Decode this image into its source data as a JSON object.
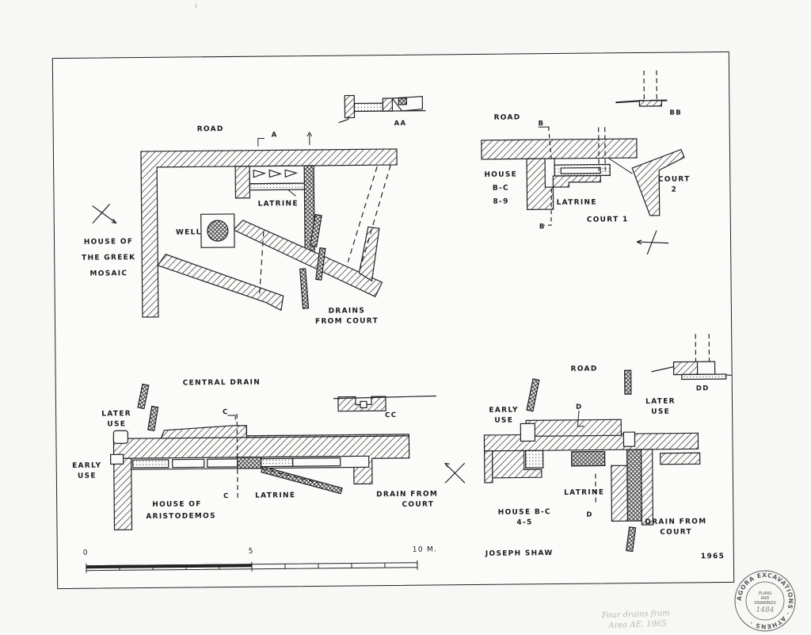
{
  "top_mark": "≀",
  "plan1": {
    "road": "ROAD",
    "section_a": "A",
    "latrine": "LATRINE",
    "well": "WELL",
    "house_l1": "HOUSE OF",
    "house_l2": "THE GREEK",
    "house_l3": "MOSAIC",
    "drains_l1": "DRAINS",
    "drains_l2": "FROM COURT",
    "section_aa": "AA"
  },
  "plan2": {
    "road": "ROAD",
    "section_b_top": "B",
    "section_b_bottom": "B",
    "house_l1": "HOUSE",
    "house_l2": "B-C",
    "house_l3": "8-9",
    "latrine": "LATRINE",
    "court1": "COURT 1",
    "court2_l1": "COURT",
    "court2_l2": "2",
    "section_bb": "BB"
  },
  "plan3": {
    "central_drain": "CENTRAL DRAIN",
    "later_use_l1": "LATER",
    "later_use_l2": "USE",
    "early_use_l1": "EARLY",
    "early_use_l2": "USE",
    "section_c_top": "C",
    "section_c_bottom": "C",
    "house_l1": "HOUSE OF",
    "house_l2": "ARISTODEMOS",
    "latrine": "LATRINE",
    "drain_l1": "DRAIN FROM",
    "drain_l2": "COURT",
    "section_cc": "CC"
  },
  "plan4": {
    "road": "ROAD",
    "early_use_l1": "EARLY",
    "early_use_l2": "USE",
    "later_use_l1": "LATER",
    "later_use_l2": "USE",
    "section_d_top": "D",
    "section_d_bottom": "D",
    "latrine": "LATRINE",
    "house_l1": "HOUSE B-C",
    "house_l2": "4-5",
    "drain_l1": "DRAIN FROM",
    "drain_l2": "COURT",
    "section_dd": "DD"
  },
  "scale": {
    "start": "0",
    "mid": "5",
    "end": "10 M."
  },
  "author": "JOSEPH SHAW",
  "year": "1965",
  "stamp": {
    "ring_text": "AGORA EXCAVATIONS · ATHENS ·",
    "inner_l1": "PLANS",
    "inner_l2": "AND",
    "inner_l3": "DRAWINGS",
    "number": "1484"
  },
  "pencil_note_l1": "Four drains from",
  "pencil_note_l2": "Area AE, 1965"
}
